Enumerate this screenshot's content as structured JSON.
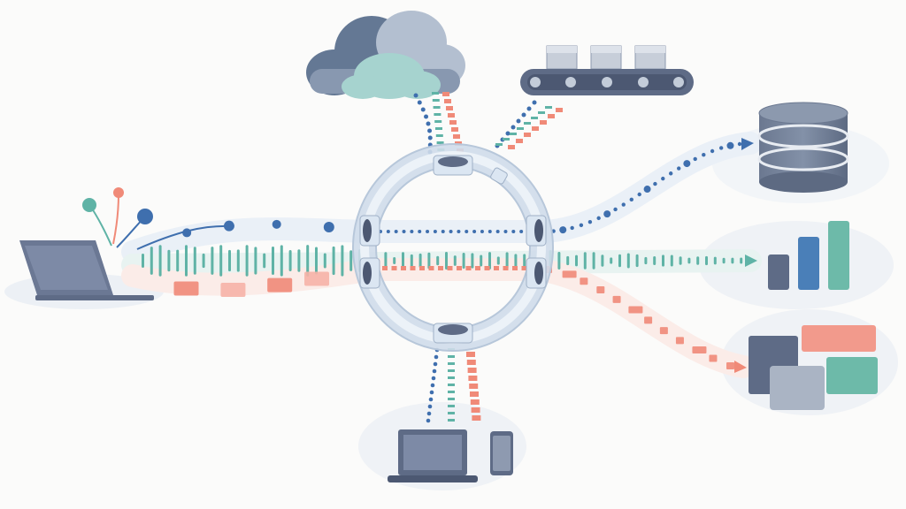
{
  "colors": {
    "background": "#fbfbfa",
    "blue": "#3f6fae",
    "teal": "#5fb3a6",
    "coral": "#f08a78",
    "slate": "#5e6b86",
    "slate_light": "#8e9ab0",
    "glass": "#dbe6f2",
    "glass_edge": "#b7c7da",
    "cloud_dark": "#647894",
    "cloud_mid": "#a9b6c8",
    "cloud_teal": "#a6d3cf",
    "panel_grey": "#aab4c4",
    "panel_coral": "#f29a8c",
    "panel_teal": "#6dbaa9"
  },
  "nodes": {
    "source_laptop": {
      "icon": "laptop-icon"
    },
    "cloud": {
      "icon": "cloud-icon"
    },
    "conveyor": {
      "icon": "conveyor-belt-icon"
    },
    "hub": {
      "icon": "glass-ring-hub-icon"
    },
    "database": {
      "icon": "database-icon"
    },
    "bar_chart": {
      "icon": "bar-chart-icon",
      "bar_values": [
        0.35,
        0.6,
        0.85
      ]
    },
    "dashboard": {
      "icon": "dashboard-icon"
    },
    "client_devices": {
      "icons": [
        "laptop-icon",
        "smartphone-icon"
      ]
    }
  },
  "streams": {
    "blue": "event-dot-stream",
    "teal": "signal-wave-stream",
    "coral": "message-block-stream"
  }
}
